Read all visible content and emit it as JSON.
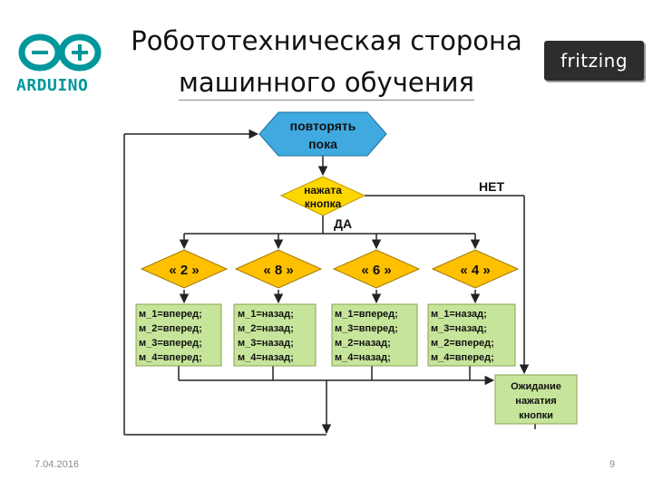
{
  "header": {
    "title_line1": "Робототехническая сторона",
    "title_line2": "машинного обучения",
    "arduino_logo_text": "ARDUINO",
    "fritzing_logo_text": "fritzing"
  },
  "footer": {
    "date": "7.04.2016",
    "page": "9"
  },
  "flowchart": {
    "loop": {
      "line1": "повторять",
      "line2": "пока"
    },
    "condition": {
      "line1": "нажата",
      "line2": "кнопка",
      "yes": "ДА",
      "no": "НЕТ"
    },
    "cases": [
      {
        "label": "« 2 »",
        "actions": [
          "м_1=вперед;",
          "м_2=вперед;",
          "м_3=вперед;",
          "м_4=вперед;"
        ]
      },
      {
        "label": "« 8 »",
        "actions": [
          "м_1=назад;",
          "м_2=назад;",
          "м_3=назад;",
          "м_4=назад;"
        ]
      },
      {
        "label": "« 6 »",
        "actions": [
          "м_1=вперед;",
          "м_3=вперед;",
          "м_2=назад;",
          "м_4=назад;"
        ]
      },
      {
        "label": "« 4 »",
        "actions": [
          "м_1=назад;",
          "м_3=назад;",
          "м_2=вперед;",
          "м_4=вперед;"
        ]
      }
    ],
    "wait": {
      "line1": "Ожидание",
      "line2": "нажатия",
      "line3": "кнопки"
    }
  },
  "colors": {
    "loop_fill": "#3fa9e0",
    "condition_fill": "#ffd700",
    "case_fill": "#ffc000",
    "action_fill": "#c6e59a",
    "action_stroke": "#8aa050",
    "arduino_teal": "#00979c",
    "line": "#222222"
  }
}
